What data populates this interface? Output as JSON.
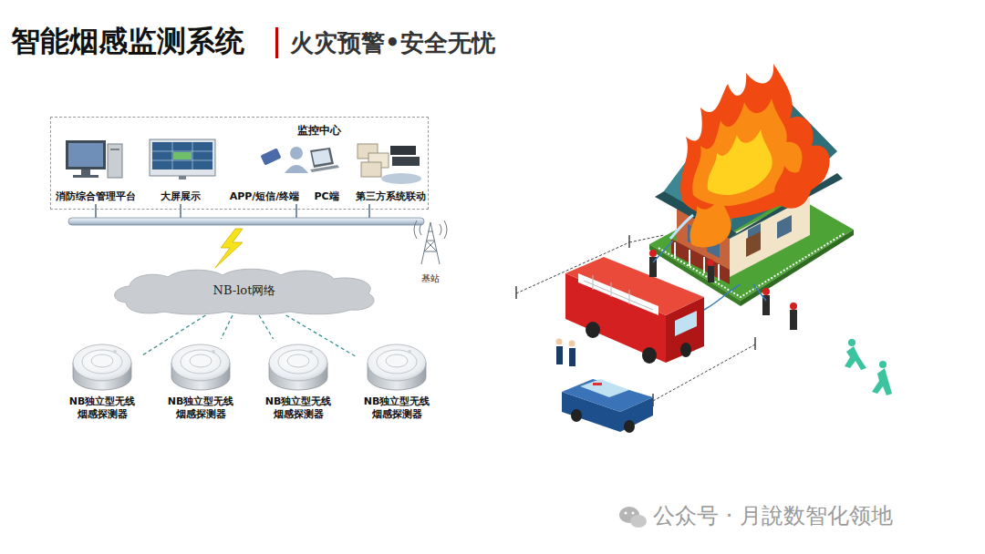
{
  "diagram": {
    "title": "智能烟感监测系统",
    "nodes": [
      {
        "text": [
          "监控中心"
        ]
      },
      {
        "text": [
          "消防综合管理平台"
        ],
        "in": 0
      },
      {
        "text": [
          "大屏展示"
        ],
        "in": 0
      },
      {
        "text": [
          "APP/短信/终端"
        ],
        "in": 0
      },
      {
        "text": [
          "PC端"
        ],
        "in": 0
      },
      {
        "text": [
          "第三方系统联动"
        ],
        "in": 0
      },
      {
        "text": [
          "NB-lot网络"
        ]
      },
      {
        "text": [
          "NB独立型无线 烟感探测器"
        ]
      },
      {
        "text": [
          "NB独立型无线 烟感探测器"
        ]
      },
      {
        "text": [
          "NB独立型无线 烟感探测器"
        ]
      },
      {
        "text": [
          "NB独立型无线 烟感探测器"
        ]
      },
      {
        "text": [
          "基站"
        ]
      }
    ],
    "edges": [
      {
        "from": 6,
        "to": 7,
        "arrow": "none"
      },
      {
        "from": 6,
        "to": 8,
        "arrow": "none"
      },
      {
        "from": 6,
        "to": 9,
        "arrow": "none"
      },
      {
        "from": 6,
        "to": 10,
        "arrow": "none"
      }
    ],
    "labels": [
      "火灾预警•安全无忧",
      "公众号 · 月說数智化领地"
    ]
  }
}
